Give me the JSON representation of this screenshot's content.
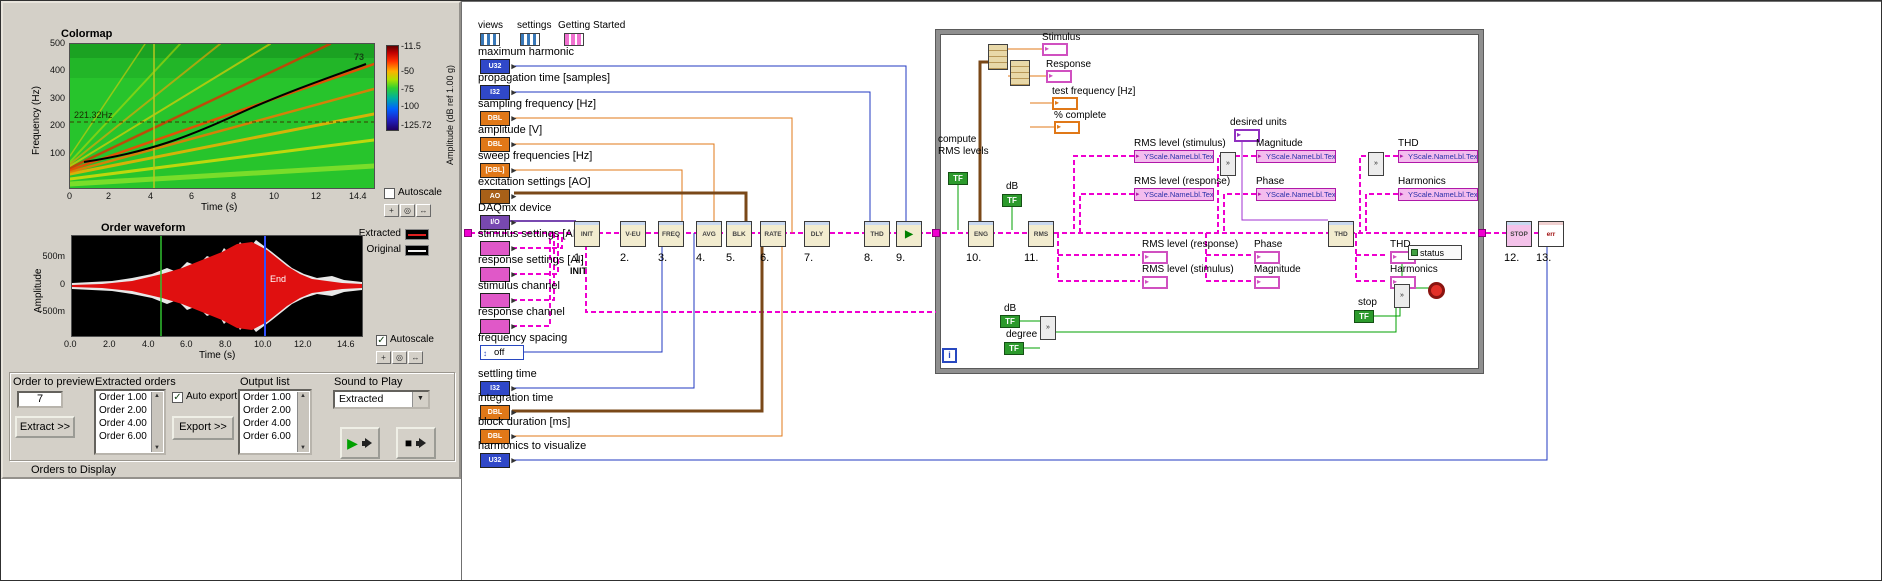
{
  "front_panel": {
    "colormap": {
      "title": "Colormap",
      "y_axis_label": "Frequency (Hz)",
      "y_ticks": [
        "500",
        "400",
        "300",
        "200",
        "100"
      ],
      "x_axis_label": "Time (s)",
      "x_ticks": [
        "0",
        "2",
        "4",
        "6",
        "8",
        "10",
        "12",
        "14.4"
      ],
      "cursor_label": "221.32Hz",
      "annotation": "73",
      "colorbar_label": "Amplitude (dB ref 1.00 g)",
      "colorbar_ticks": [
        "-11.5",
        "-50",
        "-75",
        "-100",
        "-125.72"
      ],
      "autoscale_label": "Autoscale",
      "autoscale_checked": false
    },
    "waveform": {
      "title": "Order waveform",
      "legend": [
        {
          "name": "Extracted",
          "color": "#e02020"
        },
        {
          "name": "Original",
          "color": "#f0f0f0"
        }
      ],
      "y_axis_label": "Amplitude",
      "y_ticks": [
        "500m",
        "0",
        "-500m"
      ],
      "x_axis_label": "Time (s)",
      "x_ticks": [
        "0.0",
        "2.0",
        "4.0",
        "6.0",
        "8.0",
        "10.0",
        "12.0",
        "14.6"
      ],
      "cursor_label": "End",
      "autoscale_label": "Autoscale",
      "autoscale_checked": true
    },
    "controls": {
      "order_to_preview_label": "Order to preview",
      "order_to_preview_value": "7",
      "extract_button": "Extract >>",
      "extracted_orders_label": "Extracted orders",
      "extracted_orders": [
        "Order 1.00",
        "Order 2.00",
        "Order 4.00",
        "Order 6.00"
      ],
      "auto_export_label": "Auto export",
      "auto_export_checked": true,
      "export_button": "Export >>",
      "output_list_label": "Output list",
      "output_list": [
        "Order 1.00",
        "Order 2.00",
        "Order 4.00",
        "Order 6.00"
      ],
      "sound_label": "Sound to Play",
      "sound_value": "Extracted",
      "footer_label": "Orders to Display"
    }
  },
  "diagram": {
    "top_terminals": [
      "views",
      "settings",
      "Getting Started"
    ],
    "terminals": [
      {
        "label": "maximum harmonic",
        "type": "U32"
      },
      {
        "label": "propagation time [samples]",
        "type": "I32"
      },
      {
        "label": "sampling frequency [Hz]",
        "type": "DBL"
      },
      {
        "label": "amplitude [V]",
        "type": "DBL"
      },
      {
        "label": "sweep frequencies [Hz]",
        "type": "[DBL]"
      },
      {
        "label": "excitation settings [AO]",
        "type": "AO"
      },
      {
        "label": "DAQmx device",
        "type": "I/O"
      },
      {
        "label": "stimulus settings [AI]",
        "type": ""
      },
      {
        "label": "response settings [AI]",
        "type": ""
      },
      {
        "label": "stimulus channel",
        "type": ""
      },
      {
        "label": "response channel",
        "type": ""
      },
      {
        "label": "frequency spacing",
        "type": "",
        "value": "off"
      },
      {
        "label": "settling time",
        "type": "I32"
      },
      {
        "label": "integration time",
        "type": "DBL"
      },
      {
        "label": "block duration [ms]",
        "type": "DBL"
      },
      {
        "label": "harmonics to visualize",
        "type": "U32"
      }
    ],
    "init_label": "INIT",
    "steps": [
      {
        "num": "1.",
        "glyph": "INIT"
      },
      {
        "num": "2.",
        "glyph": "V-EU"
      },
      {
        "num": "3.",
        "glyph": "FREQ"
      },
      {
        "num": "4.",
        "glyph": "AVG"
      },
      {
        "num": "5.",
        "glyph": "BLK"
      },
      {
        "num": "6.",
        "glyph": "RATE"
      },
      {
        "num": "7.",
        "glyph": "DLY"
      },
      {
        "num": "8.",
        "glyph": "THD"
      },
      {
        "num": "9.",
        "glyph": "▶"
      },
      {
        "num": "10.",
        "glyph": "ENG"
      },
      {
        "num": "11.",
        "glyph": "RMS"
      },
      {
        "num": "12.",
        "glyph": "STOP"
      },
      {
        "num": "13.",
        "glyph": "err"
      }
    ],
    "loop": {
      "outputs": [
        "Stimulus",
        "Response",
        "test frequency [Hz]",
        "% complete"
      ],
      "compute_rms_label": "compute RMS levels",
      "db_label": "dB",
      "desired_units_label": "desired units",
      "thd_glyph": "THD",
      "tf_label": "TF",
      "property_nodes": [
        {
          "label": "RMS level (stimulus)",
          "text": "YScale.NameLbl.Text"
        },
        {
          "label": "RMS level (response)",
          "text": "YScale.NameLbl.Text"
        },
        {
          "label": "Magnitude",
          "text": "YScale.NameLbl.Text"
        },
        {
          "label": "Phase",
          "text": "YScale.NameLbl.Text"
        },
        {
          "label": "THD",
          "text": "YScale.NameLbl.Text"
        },
        {
          "label": "Harmonics",
          "text": "YScale.NameLbl.Text"
        }
      ],
      "indicators": [
        "RMS level (response)",
        "RMS level (stimulus)",
        "Phase",
        "Magnitude",
        "THD",
        "Harmonics"
      ],
      "status_label": "status",
      "stop_label": "stop",
      "bottom_controls": [
        "dB",
        "degree"
      ],
      "iteration_label": "i"
    }
  }
}
